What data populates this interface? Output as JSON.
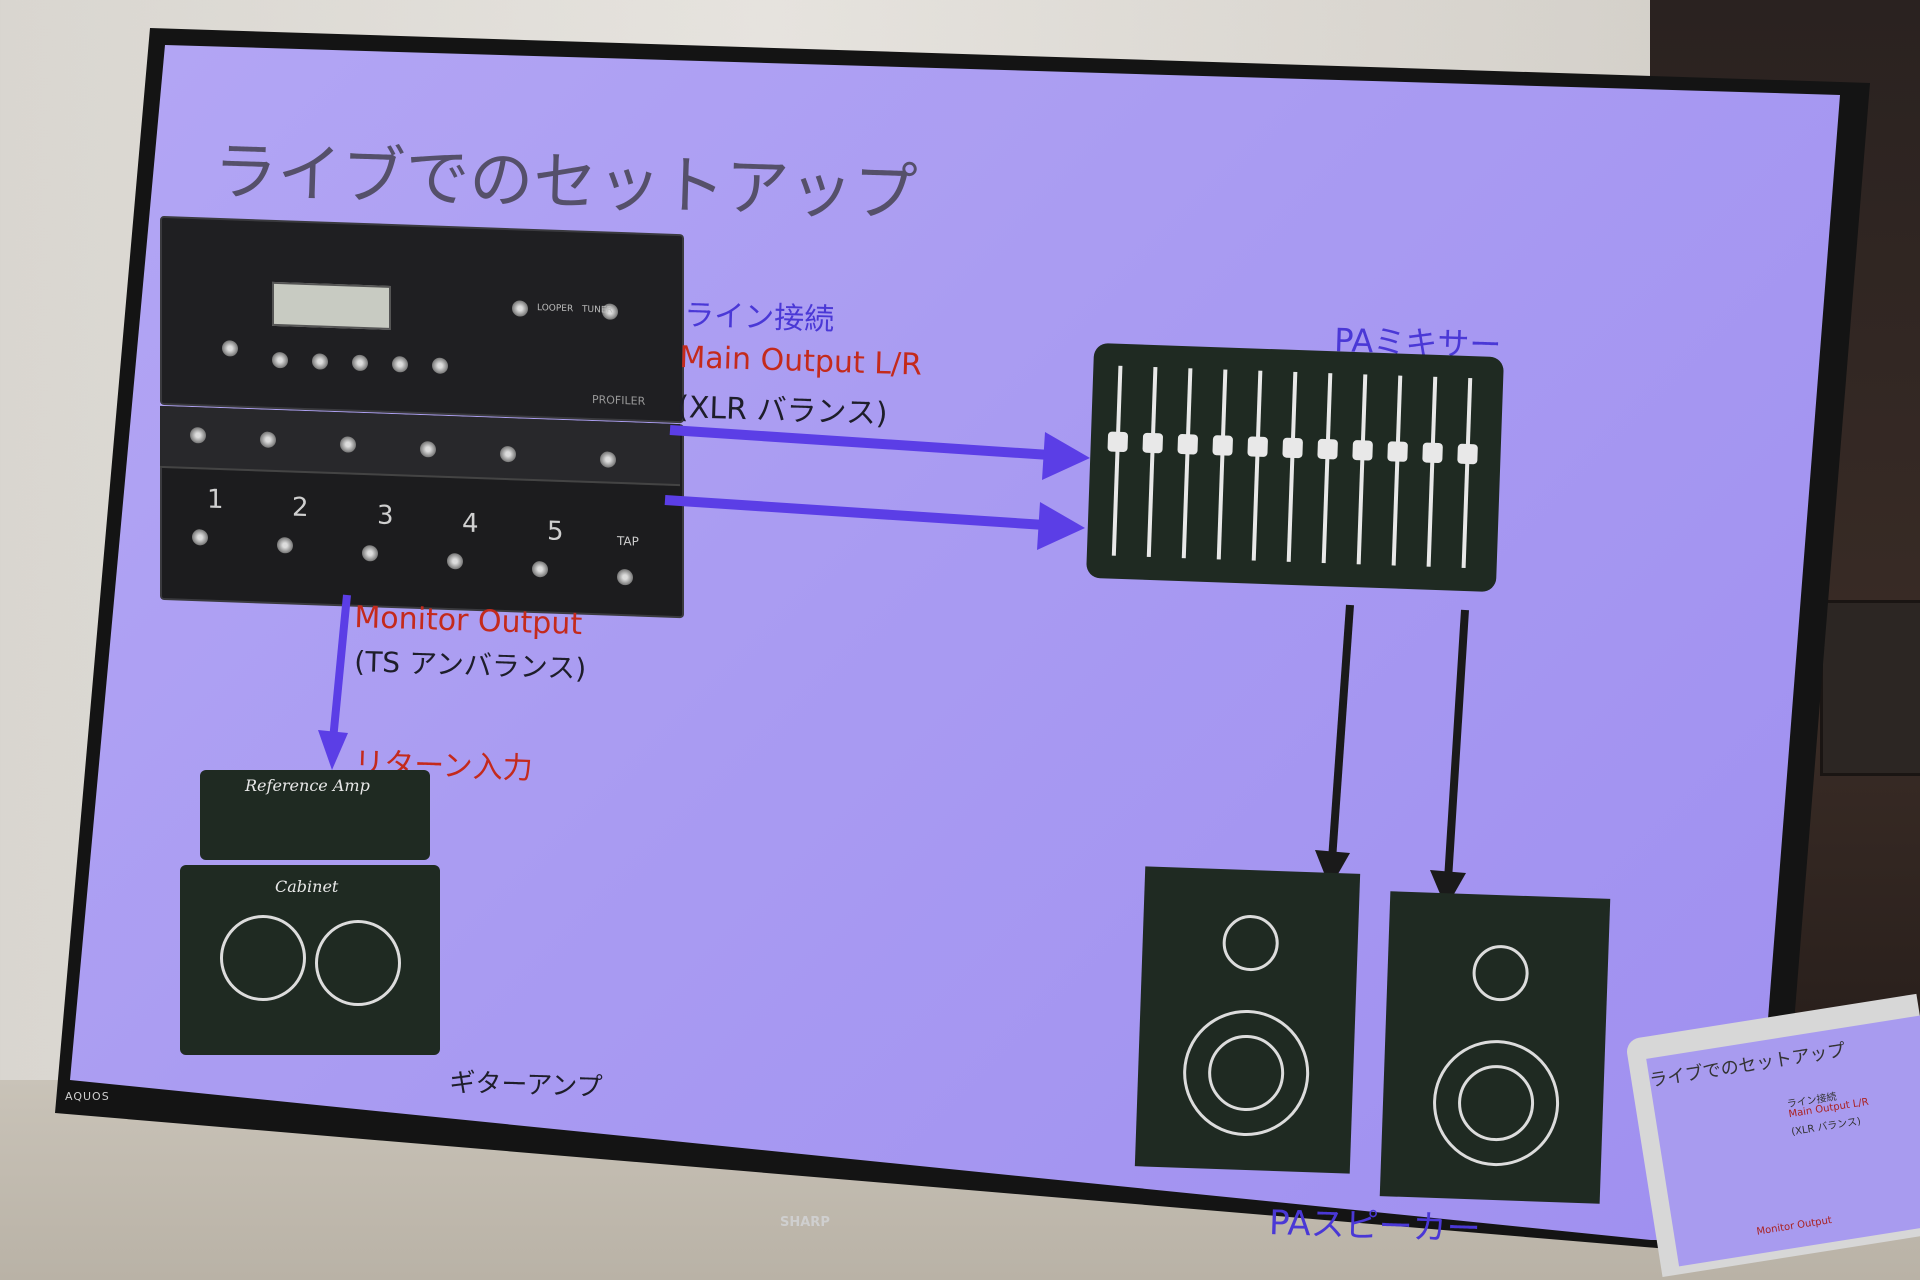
{
  "slide": {
    "title": "ライブでのセットアップ",
    "line_connection": "ライン接続",
    "main_output": "Main Output L/R",
    "main_output_sub": "(XLR バランス)",
    "monitor_output": "Monitor Output",
    "monitor_output_sub": "(TS アンバランス)",
    "return_input": "リターン入力",
    "pa_mixer": "PAミキサー",
    "guitar_amp": "ギターアンプ",
    "pa_speaker": "PAスピーカー"
  },
  "profiler": {
    "label": "PROFILER",
    "looper": "LOOPER",
    "tuner": "TUNER",
    "tap": "TAP",
    "footswitches": [
      "1",
      "2",
      "3",
      "4",
      "5"
    ]
  },
  "amp": {
    "head_label": "Reference Amp",
    "cab_label": "Cabinet"
  },
  "tv": {
    "brand_left": "AQUOS",
    "brand_bottom": "SHARP"
  },
  "laptop": {
    "title": "ライブでのセットアップ",
    "line1": "ライン接続",
    "line2": "Main Output L/R",
    "line3": "(XLR バランス)",
    "line4": "Monitor Output"
  },
  "colors": {
    "screen": "#a99bf2",
    "arrow": "#5b3ee6",
    "label_red": "#c42a1c",
    "label_blue": "#4a38d6",
    "device_dark": "#1f2a22"
  }
}
